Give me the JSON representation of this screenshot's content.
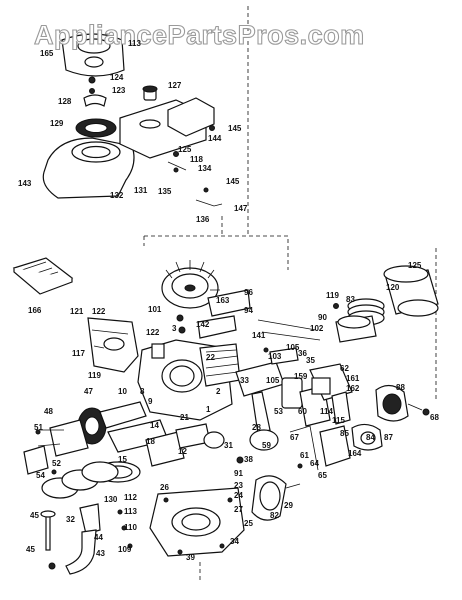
{
  "watermark": "AppliancePartsPros.com",
  "labels": {
    "p1": "113",
    "p2": "165",
    "p3": "124",
    "p4": "123",
    "p5": "128",
    "p6": "129",
    "p7": "127",
    "p8": "144",
    "p9": "145",
    "p10": "125",
    "p11": "118",
    "p12": "134",
    "p13": "135",
    "p14": "143",
    "p15": "132",
    "p16": "131",
    "p17": "145",
    "p18": "147",
    "p19": "136",
    "p20": "166",
    "p21": "96",
    "p22": "163",
    "p23": "101",
    "p24": "94",
    "p25": "3",
    "p26": "142",
    "p27": "122",
    "p28": "141",
    "p29": "102",
    "p30": "121",
    "p31": "122",
    "p32": "117",
    "p33": "119",
    "p34": "125",
    "p35": "120",
    "p36": "119",
    "p37": "83",
    "p38": "90",
    "p39": "105",
    "p40": "103",
    "p41": "36",
    "p42": "35",
    "p43": "33",
    "p44": "105",
    "p45": "159",
    "p46": "62",
    "p47": "161",
    "p48": "162",
    "p49": "88",
    "p50": "47",
    "p51": "48",
    "p52": "10",
    "p53": "8",
    "p54": "51",
    "p55": "52",
    "p56": "54",
    "p57": "114",
    "p58": "115",
    "p59": "84",
    "p60": "87",
    "p61": "85",
    "p62": "164",
    "p63": "68",
    "p64": "15",
    "p65": "18",
    "p66": "12",
    "p67": "38",
    "p68": "31",
    "p69": "91",
    "p70": "60",
    "p71": "67",
    "p72": "59",
    "p73": "61",
    "p74": "64",
    "p75": "65",
    "p76": "29",
    "p77": "27",
    "p78": "130",
    "p79": "112",
    "p80": "113",
    "p81": "110",
    "p82": "24",
    "p83": "32",
    "p84": "45",
    "p85": "44",
    "p86": "43",
    "p87": "109",
    "p88": "45",
    "p89": "26",
    "p90": "34",
    "p91": "39",
    "p92": "25",
    "p93": "23",
    "p94": "22",
    "p95": "28",
    "p96": "2",
    "p97": "53",
    "p98": "82",
    "p99": "9",
    "p100": "14",
    "p101": "21",
    "p102": "1"
  }
}
